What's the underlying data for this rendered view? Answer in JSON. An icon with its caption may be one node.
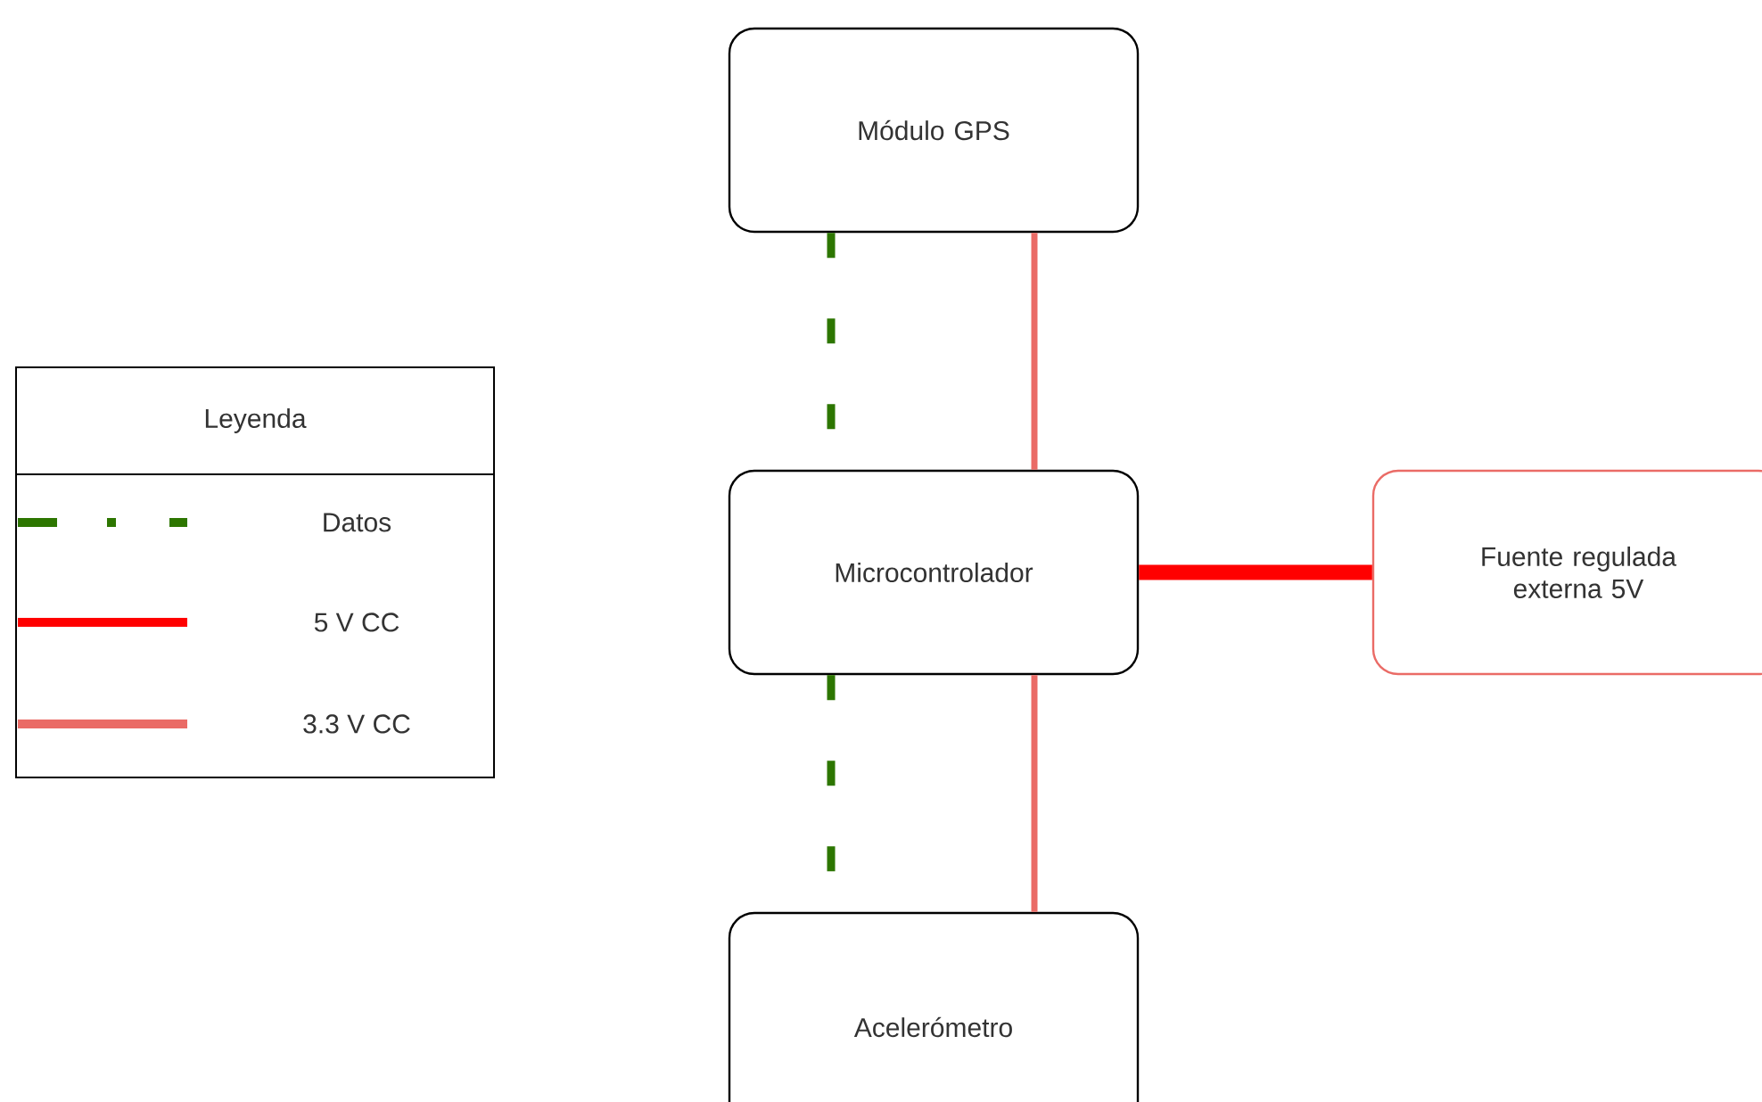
{
  "diagram": {
    "nodes": [
      {
        "text": [
          "Módulo GPS"
        ]
      },
      {
        "text": [
          "Microcontrolador"
        ]
      },
      {
        "text": [
          "Fuente regulada externa 5V"
        ]
      },
      {
        "text": [
          "Acelerómetro"
        ]
      }
    ],
    "edges": [
      {
        "from": 0,
        "to": 1,
        "arrow": "none",
        "style": "dashed",
        "color": "#2d7600"
      },
      {
        "from": 0,
        "to": 1,
        "arrow": "none",
        "color": "#ea6b66"
      },
      {
        "from": 1,
        "to": 2,
        "arrow": "none",
        "style": "thick",
        "color": "#ff0000"
      },
      {
        "from": 1,
        "to": 3,
        "arrow": "none",
        "style": "dashed",
        "color": "#2d7600"
      },
      {
        "from": 1,
        "to": 3,
        "arrow": "none",
        "color": "#ea6b66"
      }
    ],
    "labels": [
      "Leyenda"
    ],
    "legend": [
      {
        "text": "Datos"
      },
      {
        "text": "5 V CC"
      },
      {
        "text": "3.3 V CC"
      }
    ]
  }
}
